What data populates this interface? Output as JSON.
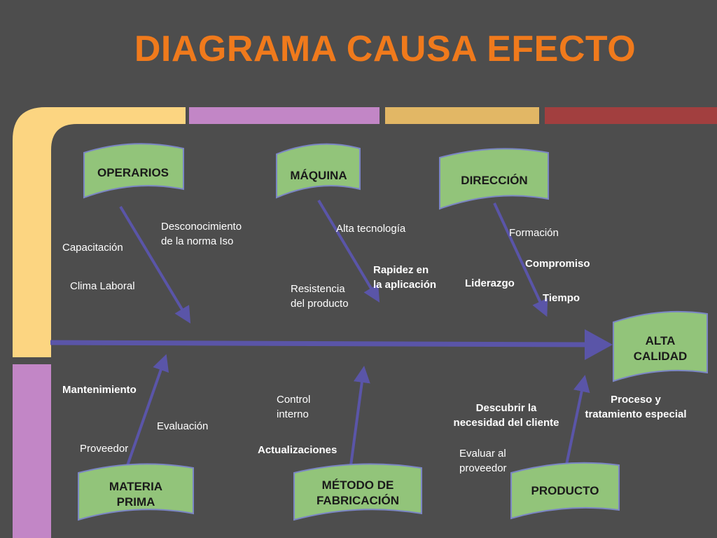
{
  "title": "DIAGRAMA CAUSA  EFECTO",
  "colors": {
    "title": "#f07a1c",
    "band_yellow": "#fcd581",
    "band_purple": "#c286c6",
    "band_tan": "#e2b765",
    "band_red": "#a23f3f",
    "flag_fill": "#92c47a",
    "flag_stroke": "#7b86c4",
    "arrow": "#5a55a8",
    "background": "#4d4d4d"
  },
  "effect": {
    "label": "ALTA\nCALIDAD"
  },
  "categories": {
    "operarios": "OPERARIOS",
    "maquina": "MÁQUINA",
    "direccion": "DIRECCIÓN",
    "materia_prima": "MATERIA\nPRIMA",
    "metodo": "MÉTODO DE\nFABRICACIÓN",
    "producto": "PRODUCTO"
  },
  "causes": {
    "desconocimiento": "Desconocimiento\nde la norma Iso",
    "capacitacion": "Capacitación",
    "clima": "Clima Laboral",
    "alta_tecnologia": "Alta tecnología",
    "rapidez": "Rapidez en\nla aplicación",
    "resistencia": "Resistencia\ndel producto",
    "formacion": "Formación",
    "compromiso": "Compromiso",
    "liderazgo": "Liderazgo",
    "tiempo": "Tiempo",
    "mantenimiento": "Mantenimiento",
    "evaluacion": "Evaluación",
    "proveedor": "Proveedor",
    "control": "Control\ninterno",
    "actualizaciones": "Actualizaciones",
    "descubrir": "Descubrir la\nnecesidad del cliente",
    "proceso": "Proceso y\ntratamiento especial",
    "evaluar": "Evaluar al\nproveedor"
  }
}
